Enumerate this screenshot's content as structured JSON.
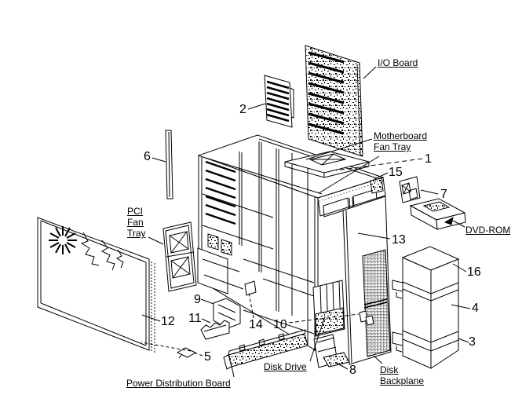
{
  "diagram": {
    "description": "Exploded parts diagram of a server chassis",
    "background_color": "#ffffff",
    "line_color": "#000000",
    "labels": {
      "io_board": "I/O Board",
      "motherboard_fan_tray": [
        "Motherboard",
        "Fan Tray"
      ],
      "pci_fan_tray": [
        "PCI",
        "Fan",
        "Tray"
      ],
      "dvd_rom": "DVD-ROM",
      "disk_drive": "Disk Drive",
      "disk_backplane": [
        "Disk",
        "Backplane"
      ],
      "power_distribution_board": "Power Distribution Board"
    },
    "callouts": {
      "n1": "1",
      "n2": "2",
      "n3": "3",
      "n4": "4",
      "n5": "5",
      "n6": "6",
      "n7": "7",
      "n8": "8",
      "n9": "9",
      "n10": "10",
      "n11": "11",
      "n12": "12",
      "n13": "13",
      "n14": "14",
      "n15": "15",
      "n16": "16"
    }
  }
}
